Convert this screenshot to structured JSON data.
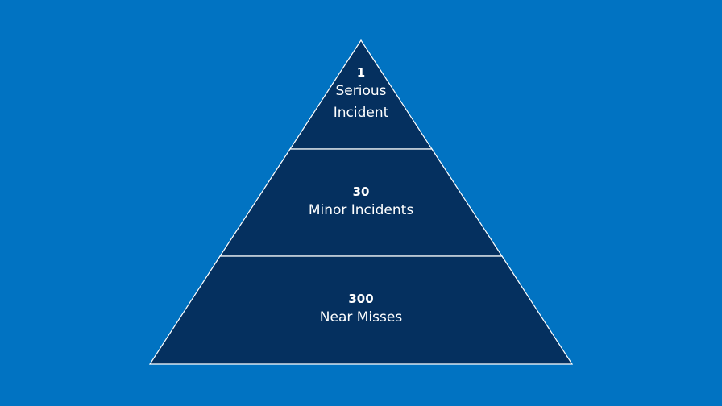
{
  "colors": {
    "background": "#0173c2",
    "tier_fill": "#05305f",
    "tier_border": "#ffffff",
    "text": "#ffffff"
  },
  "pyramid": {
    "tiers": [
      {
        "count": "1",
        "label_lines": [
          "Serious",
          "Incident"
        ]
      },
      {
        "count": "30",
        "label_lines": [
          "Minor Incidents"
        ]
      },
      {
        "count": "300",
        "label_lines": [
          "Near Misses"
        ]
      }
    ]
  }
}
